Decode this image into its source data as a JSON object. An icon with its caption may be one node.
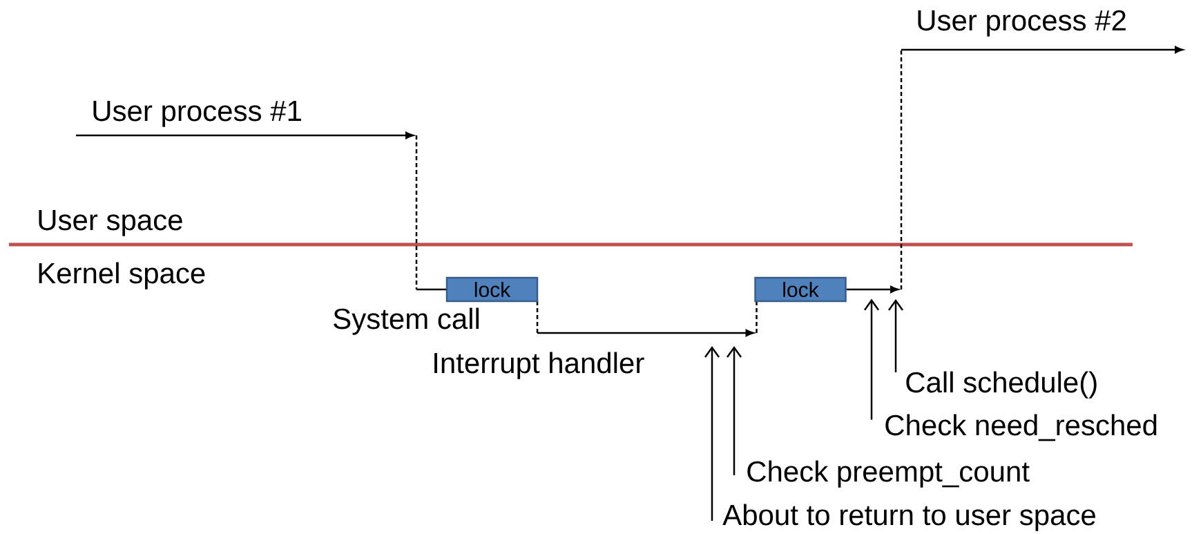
{
  "diagram": {
    "nodes": [
      {
        "text": [
          "lock"
        ]
      },
      {
        "text": [
          "lock"
        ]
      },
      {
        "text": [
          "About to return to user space"
        ]
      },
      {
        "text": [
          "Check preempt_count"
        ]
      },
      {
        "text": [
          "Check need_resched"
        ]
      },
      {
        "text": [
          "Call schedule()"
        ]
      }
    ],
    "edges": [
      {
        "from": 2,
        "to": null,
        "arrow": "to"
      },
      {
        "from": 3,
        "to": null,
        "arrow": "to"
      },
      {
        "from": 4,
        "to": null,
        "arrow": "to"
      },
      {
        "from": 5,
        "to": null,
        "arrow": "to"
      }
    ],
    "labels": [
      "User process #2",
      "User process #1",
      "User space",
      "Kernel space",
      "System call",
      "Interrupt handler"
    ]
  }
}
